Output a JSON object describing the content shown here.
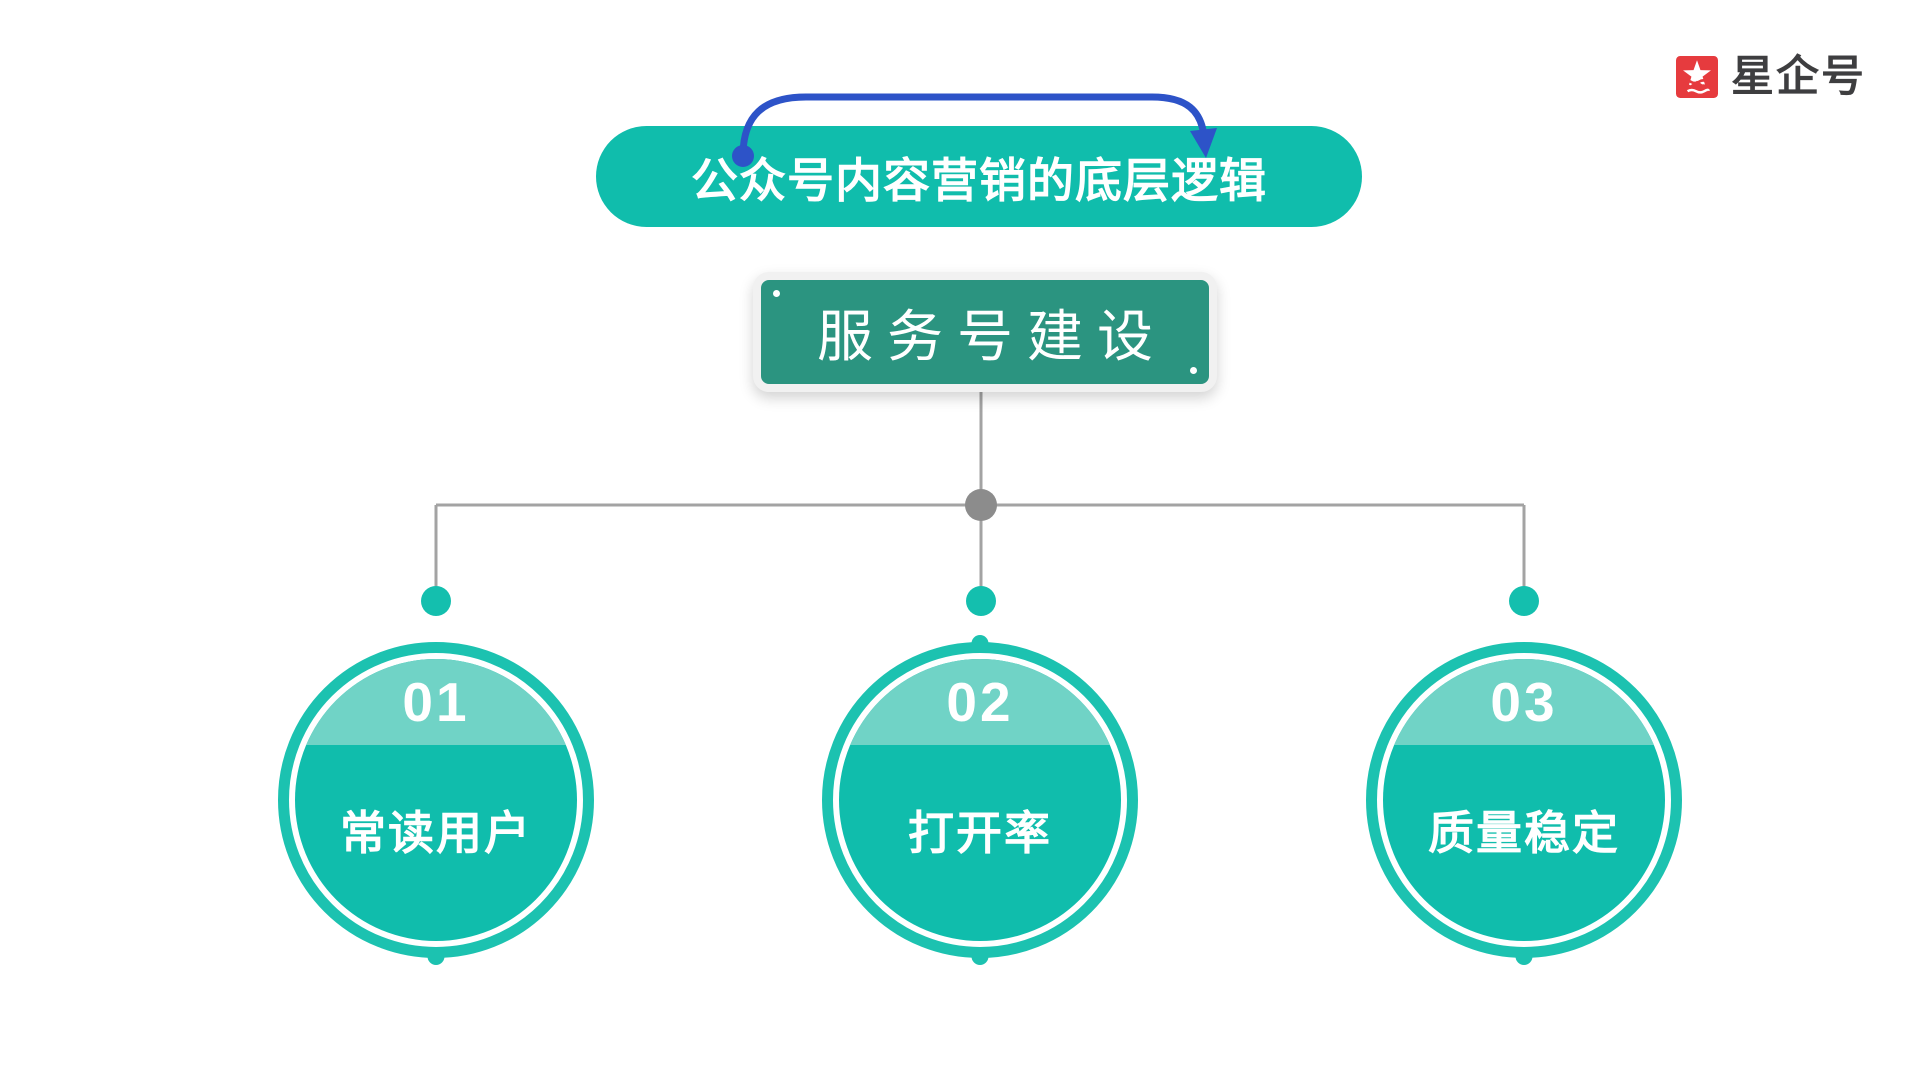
{
  "logo": {
    "brand_text": "星企号"
  },
  "header_pill": {
    "label": "公众号内容营销的底层逻辑"
  },
  "root_node": {
    "label": "服务号建设"
  },
  "nodes": [
    {
      "number": "01",
      "label": "常读用户"
    },
    {
      "number": "02",
      "label": "打开率"
    },
    {
      "number": "03",
      "label": "质量稳定"
    }
  ],
  "colors": {
    "teal": "#10bdac",
    "teal-light": "#70d3c6",
    "ring-teal": "#1cc2b0",
    "dot-teal": "#14bfae",
    "box-green": "#2b9480",
    "box-frame": "#f1f1f1",
    "line-gray": "#a3a3a3",
    "junction-gray": "#8c8c8c",
    "arc-blue": "#2d53c8",
    "logo-red": "#e63b3e",
    "logo-text": "#3e3e40"
  }
}
